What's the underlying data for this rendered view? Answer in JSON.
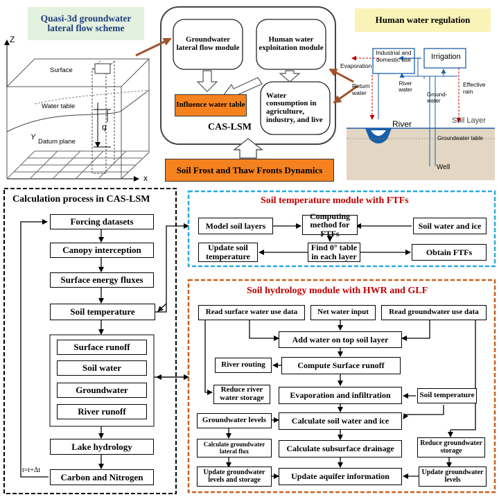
{
  "colors": {
    "gw_scheme_bg": "#e3f1df",
    "human_bg": "#f9f3b8",
    "orange": "#f5821f",
    "red_title": "#c00000",
    "blue_dash": "#29a9e0",
    "orange_dash": "#c8601e",
    "arrow_brown": "#a0522d",
    "soil": "#e3d7c3",
    "blue_line": "#1a5fa8"
  },
  "top_left": {
    "title_line1": "Quasi-3d groundwater",
    "title_line2": "lateral flow scheme",
    "axis_z": "Z",
    "axis_x": "x",
    "axis_y": "Y",
    "label_surface": "Surface",
    "label_water_table": "Water table",
    "label_datum": "Datum plane",
    "label_q": "q"
  },
  "cas_lsm": {
    "title": "CAS-LSM",
    "groundwater_module": "Groundwater lateral flow module",
    "human_module": "Human water exploitation module",
    "influence": "Influence water table",
    "consumption": "Water consumption in agriculture, industry, and live",
    "frost": "Soil Frost and Thaw Fronts Dynamics"
  },
  "human_reg": {
    "title": "Human water regulation",
    "industrial": "Industrial and domestic use",
    "irrigation": "Irrigation",
    "evaporation": "Evaporation",
    "return_water": "Return water",
    "river_water": "River water",
    "ground_water": "Ground-water",
    "effective_rain": "Effective rain",
    "river": "River",
    "soil_layer": "Soil Layer",
    "gw_table": "Groundwater table",
    "well": "Well"
  },
  "calc": {
    "title": "Calculation process in CAS-LSM",
    "steps": [
      "Forcing datasets",
      "Canopy interception",
      "Surface energy fluxes",
      "Soil temperature"
    ],
    "group": [
      "Surface runoff",
      "Soil water",
      "Groundwater",
      "River runoff"
    ],
    "lake": "Lake hydrology",
    "carbon": "Carbon and Nitrogen",
    "loop": "t=t+Δt"
  },
  "soil_temp": {
    "title": "Soil temperature module with FTFs",
    "model_layers": "Model soil layers",
    "computing": "Computing method for FTFs",
    "water_ice": "Soil water and ice",
    "update_temp": "Update soil temperature",
    "find0": "Find 0° table in each layer",
    "obtain": "Obtain FTFs"
  },
  "hydrology": {
    "title": "Soil hydrology module with HWR and GLF",
    "read_surface": "Read surface water use data",
    "net_input": "Net water input",
    "read_gw": "Read groundwater use data",
    "add_water": "Add water on top soil layer",
    "river_routing": "River routing",
    "compute_runoff": "Compute Surface runoff",
    "reduce_river": "Reduce river water storage",
    "evap_infil": "Evaporation and infiltration",
    "soil_temp": "Soil temperature",
    "gw_levels": "Groundwater levels",
    "calc_soil": "Calculate soil water and ice",
    "calc_lateral": "Calculate groundwater lateral flux",
    "calc_sub": "Calculate subsurface drainage",
    "reduce_gw": "Reduce groundwater storage",
    "update_gw_storage": "Update groundwater levels and storage",
    "update_aquifer": "Update aquifer information",
    "update_gw_levels": "Update groundwater levels"
  }
}
